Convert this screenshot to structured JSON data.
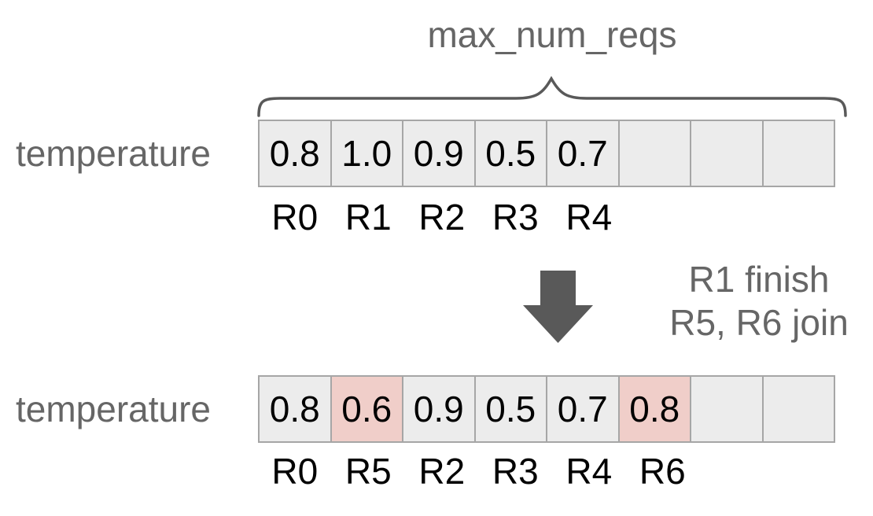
{
  "diagram": {
    "title": "max_num_reqs",
    "row_label": "temperature",
    "transition": {
      "line1": "R1 finish",
      "line2": "R5, R6 join"
    },
    "colors": {
      "cell_bg": "#ececec",
      "cell_highlight_bg": "#f0cec9",
      "cell_border": "#a6a6a6",
      "grey_text": "#666666",
      "black_text": "#000000",
      "arrow": "#595959"
    },
    "before": {
      "cells": [
        "0.8",
        "1.0",
        "0.9",
        "0.5",
        "0.7",
        "",
        "",
        ""
      ],
      "highlights": [
        false,
        false,
        false,
        false,
        false,
        false,
        false,
        false
      ],
      "labels": [
        "R0",
        "R1",
        "R2",
        "R3",
        "R4",
        "",
        "",
        ""
      ]
    },
    "after": {
      "cells": [
        "0.8",
        "0.6",
        "0.9",
        "0.5",
        "0.7",
        "0.8",
        "",
        ""
      ],
      "highlights": [
        false,
        true,
        false,
        false,
        false,
        true,
        false,
        false
      ],
      "labels": [
        "R0",
        "R5",
        "R2",
        "R3",
        "R4",
        "R6",
        "",
        ""
      ]
    }
  }
}
